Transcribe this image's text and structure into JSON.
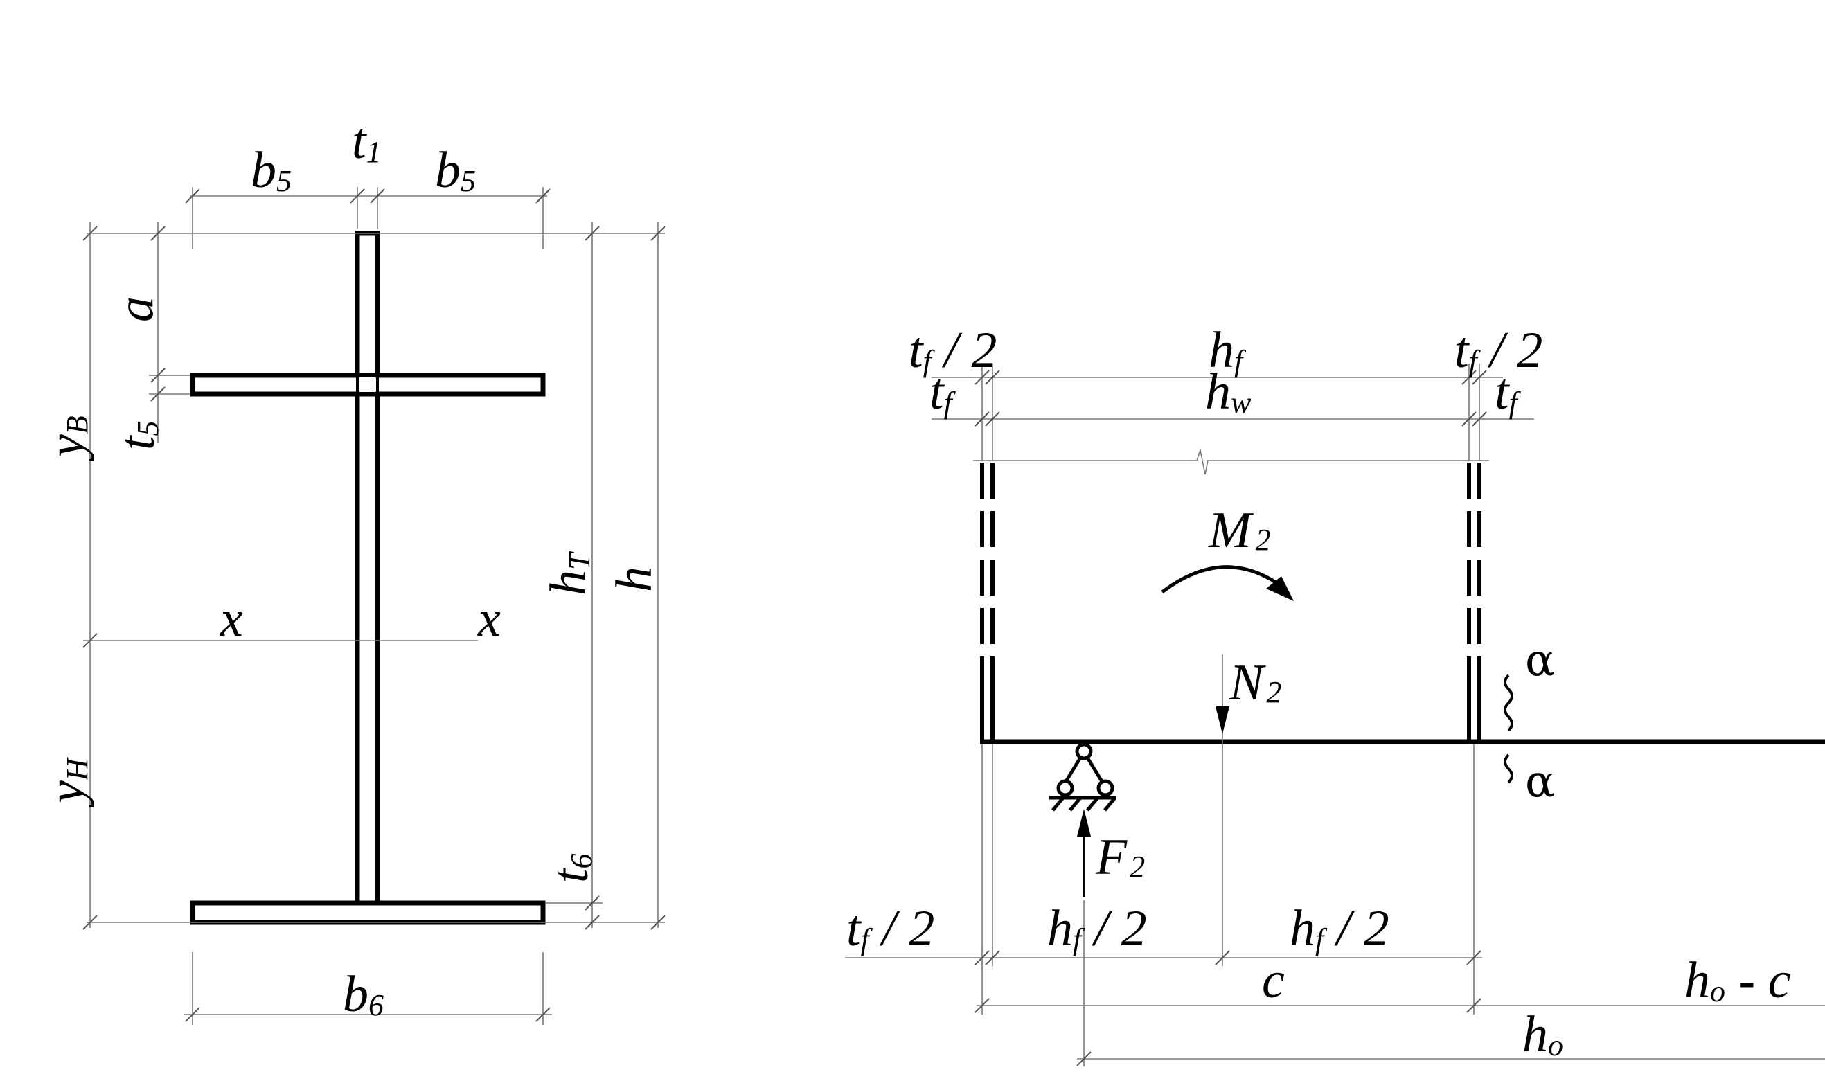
{
  "left_section": {
    "labels": {
      "t1": {
        "main": "t",
        "sub": "1"
      },
      "b5_left": {
        "main": "b",
        "sub": "5"
      },
      "b5_right": {
        "main": "b",
        "sub": "5"
      },
      "a": "a",
      "t5": {
        "main": "t",
        "sub": "5"
      },
      "yv": {
        "main": "y",
        "sub": "В"
      },
      "yn": {
        "main": "y",
        "sub": "Н"
      },
      "x_left": "x",
      "x_right": "x",
      "hT": {
        "main": "h",
        "sub": "T"
      },
      "h": "h",
      "t6": {
        "main": "t",
        "sub": "6"
      },
      "b6": {
        "main": "b",
        "sub": "6"
      }
    }
  },
  "right_section": {
    "labels": {
      "tf2_left": {
        "main": "t",
        "sub": "f",
        "tail": " / 2"
      },
      "hf_top": {
        "main": "h",
        "sub": "f"
      },
      "tf2_right": {
        "main": "t",
        "sub": "f",
        "tail": " / 2"
      },
      "tf_left": {
        "main": "t",
        "sub": "f"
      },
      "hw": {
        "main": "h",
        "sub": "w"
      },
      "tf_right": {
        "main": "t",
        "sub": "f"
      },
      "M2": {
        "main": "M",
        "sub": "2"
      },
      "N2": {
        "main": "N",
        "sub": "2"
      },
      "F2": {
        "main": "F",
        "sub": "2"
      },
      "alpha_top": "α",
      "alpha_bottom": "α",
      "tf2_bottom": {
        "main": "t",
        "sub": "f",
        "tail": " / 2"
      },
      "hf2_a": {
        "main": "h",
        "sub": "f",
        "tail": " / 2"
      },
      "hf2_b": {
        "main": "h",
        "sub": "f",
        "tail": " / 2"
      },
      "c": "c",
      "ho_minus_c": {
        "main": "h",
        "sub": "o",
        "tail": " - c"
      },
      "ho": {
        "main": "h",
        "sub": "o"
      }
    }
  }
}
